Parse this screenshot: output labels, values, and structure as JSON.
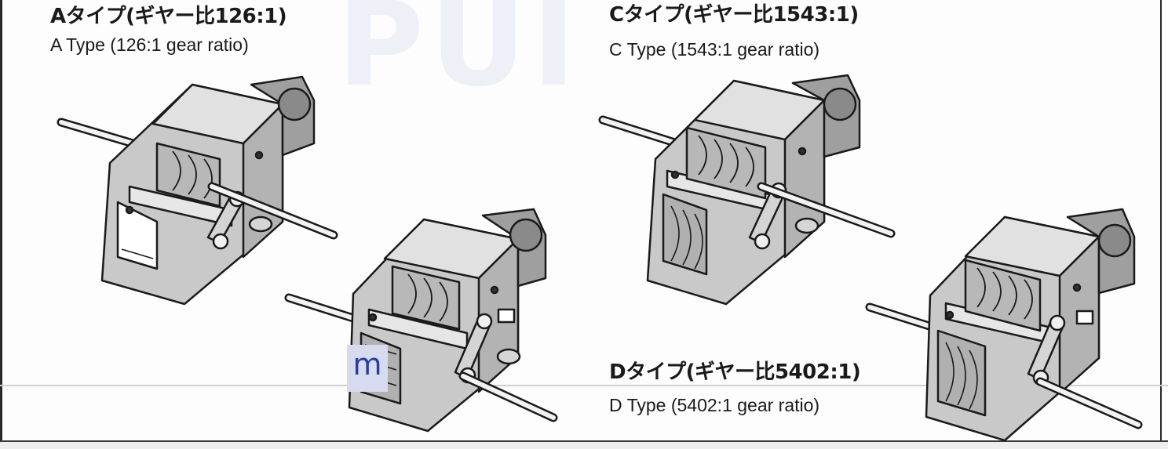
{
  "watermark": "PUI",
  "badge": {
    "text": "m"
  },
  "types": {
    "a": {
      "title_jp": "Aタイプ(ギヤー比126:1)",
      "title_en": "A Type (126:1 gear ratio)"
    },
    "c": {
      "title_jp": "Cタイプ(ギヤー比1543:1)",
      "title_en": "C Type (1543:1 gear ratio)"
    },
    "d": {
      "title_jp": "Dタイプ(ギヤー比5402:1)",
      "title_en": "D Type (5402:1 gear ratio)"
    }
  },
  "colors": {
    "ink": "#1a1a1a",
    "part_fill": "#c9c9c9",
    "part_shade": "#9a9a9a",
    "badge_bg": "#d7dbf0",
    "badge_fg": "#2d3d9a"
  }
}
